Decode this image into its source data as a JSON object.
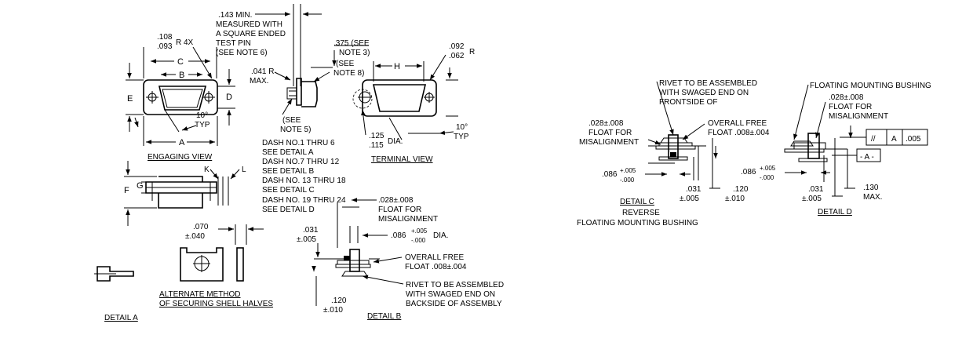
{
  "engaging_view": {
    "radius": ".108\n.093",
    "radius_suffix": "R 4X",
    "dim_c": "C",
    "dim_b": "B",
    "dim_e": "E",
    "dim_d": "D",
    "dim_a": "A",
    "angle": "10°",
    "angle_typ": "TYP",
    "title": "ENGAGING VIEW"
  },
  "side_view": {
    "dim_k": "K",
    "dim_l": "L",
    "dim_g": "G",
    "dim_f": "F"
  },
  "center_notes": {
    "test_pin": [
      ".143 MIN.",
      "MEASURED WITH",
      "A SQUARE ENDED",
      "TEST PIN",
      "(SEE NOTE 6)"
    ],
    "radius": [
      ".041 R",
      "MAX."
    ],
    "see_note5": [
      "(SEE",
      "NOTE 5)"
    ],
    "see_note8": [
      "(SEE",
      "NOTE 8)"
    ],
    "see_note3": [
      ".375 (SEE",
      "NOTE 3)"
    ],
    "dash_list": [
      "DASH NO.1 THRU 6",
      "SEE DETAIL A",
      "DASH NO.7 THRU 12",
      "SEE DETAIL B",
      "DASH NO. 13 THRU 18",
      "SEE DETAIL C",
      "DASH NO. 19 THRU 24",
      "SEE DETAIL D"
    ]
  },
  "terminal_view": {
    "dim_h": "H",
    "radius": [
      ".092",
      ".062"
    ],
    "radius_suffix": "R",
    "dia": [
      ".125",
      ".115"
    ],
    "dia_suffix": "DIA.",
    "angle": "10°",
    "angle_typ": "TYP",
    "title": "TERMINAL VIEW"
  },
  "alt_method": {
    "dim": [
      ".070",
      "±.040"
    ],
    "title": [
      "ALTERNATE METHOD",
      "OF SECURING SHELL HALVES"
    ]
  },
  "detail_a": {
    "title": "DETAIL A"
  },
  "detail_b": {
    "float": [
      ".028±.008",
      "FLOAT FOR",
      "MISALIGNMENT"
    ],
    "dim_031": [
      ".031",
      "±.005"
    ],
    "dia": [
      ".086",
      "+.005",
      "-.000",
      "DIA."
    ],
    "overall": [
      "OVERALL FREE",
      "FLOAT .008±.004"
    ],
    "rivet": [
      "RIVET TO BE ASSEMBLED",
      "WITH SWAGED END ON",
      "BACKSIDE OF ASSEMBLY"
    ],
    "dim_120": [
      ".120",
      "±.010"
    ],
    "title": "DETAIL B"
  },
  "detail_c": {
    "rivet": [
      "RIVET TO BE ASSEMBLED",
      "WITH SWAGED END ON",
      "FRONTSIDE OF"
    ],
    "float": [
      ".028±.008",
      "FLOAT FOR",
      "MISALIGNMENT"
    ],
    "overall": [
      "OVERALL FREE",
      "FLOAT .008±.004"
    ],
    "dim_086": [
      ".086",
      "+.005",
      "-.000"
    ],
    "dim_031": [
      ".031",
      "±.005"
    ],
    "dim_120": [
      ".120",
      "±.010"
    ],
    "title": "DETAIL C",
    "subtitle": [
      "REVERSE",
      "FLOATING MOUNTING BUSHING"
    ]
  },
  "detail_d": {
    "bushing": "FLOATING MOUNTING BUSHING",
    "float": [
      ".028±.008",
      "FLOAT FOR",
      "MISALIGNMENT"
    ],
    "tolerance_frame": [
      "//",
      "A",
      ".005"
    ],
    "datum": "- A -",
    "dim_086": [
      ".086",
      "+.005",
      "-.000"
    ],
    "dim_031": [
      ".031",
      "±.005"
    ],
    "dim_130": [
      ".130",
      "MAX."
    ],
    "title": "DETAIL D"
  }
}
